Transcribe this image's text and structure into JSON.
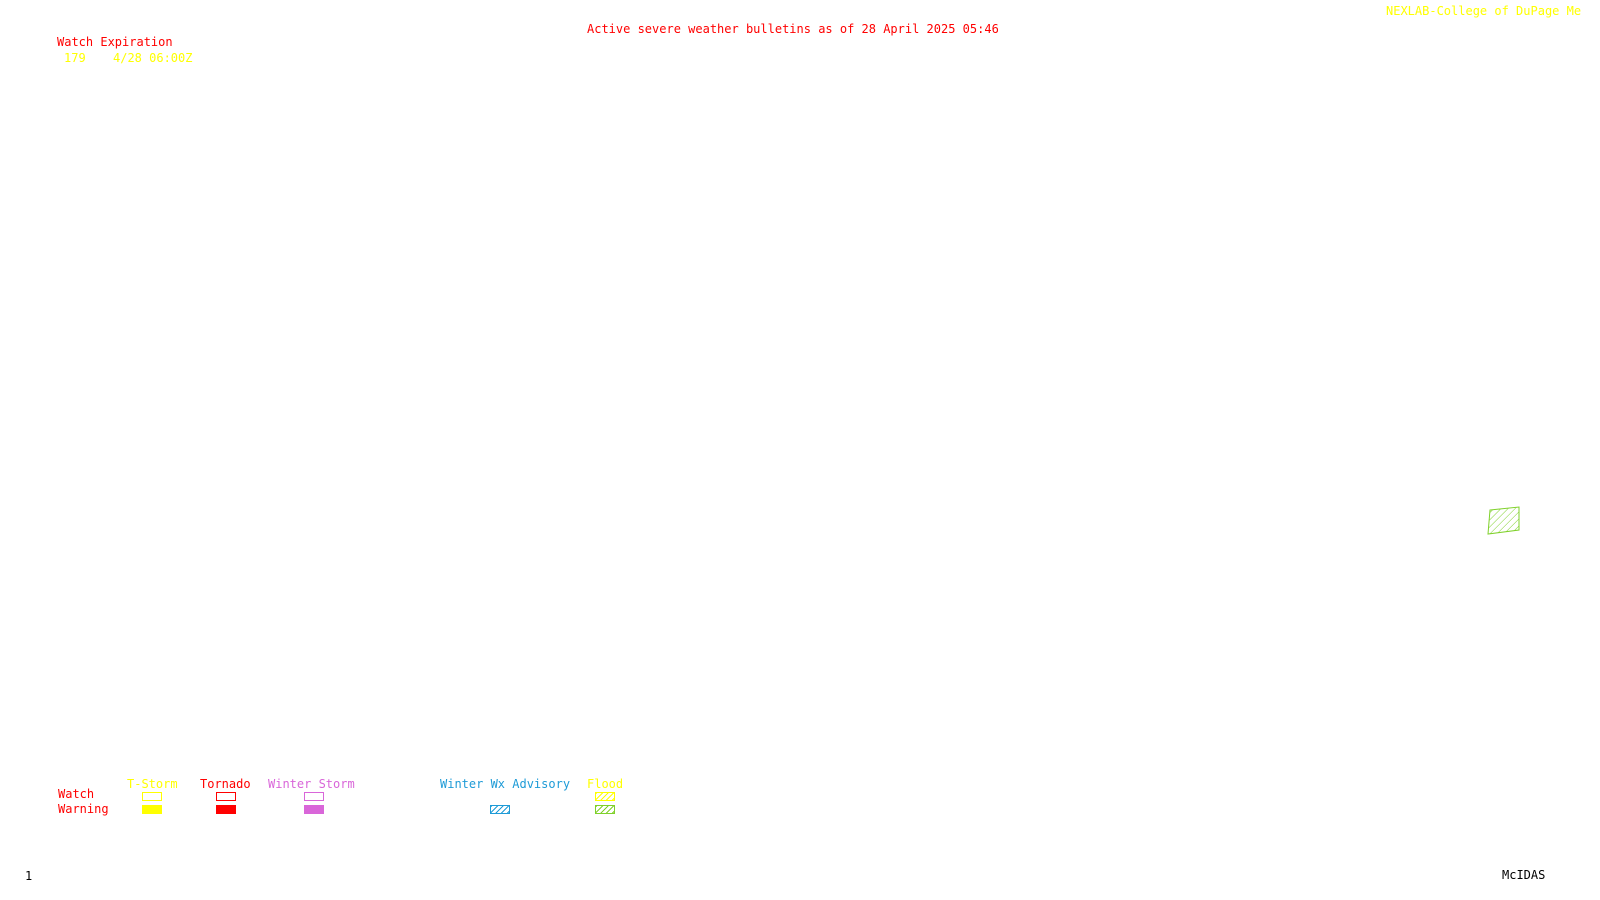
{
  "header": {
    "title": "Active severe weather bulletins as of 28 April 2025 05:46",
    "credit": "NEXLAB-College of DuPage Me"
  },
  "watch_list": {
    "heading": "Watch Expiration",
    "items": [
      {
        "number": "179",
        "expiration": "4/28 06:00Z"
      }
    ]
  },
  "legend": {
    "row_labels": {
      "watch": "Watch",
      "warning": "Warning"
    },
    "categories": [
      {
        "label": "T-Storm",
        "color": "#ffff00"
      },
      {
        "label": "Tornado",
        "color": "#ff0000"
      },
      {
        "label": "Winter Storm",
        "color": "#d966d9"
      },
      {
        "label": "Winter Wx Advisory",
        "color": "#1e9bd7"
      },
      {
        "label": "Flood",
        "color": "#ffff00",
        "warning_color": "#7fd12a"
      }
    ]
  },
  "footer": {
    "frame_number": "1",
    "software": "McIDAS"
  }
}
